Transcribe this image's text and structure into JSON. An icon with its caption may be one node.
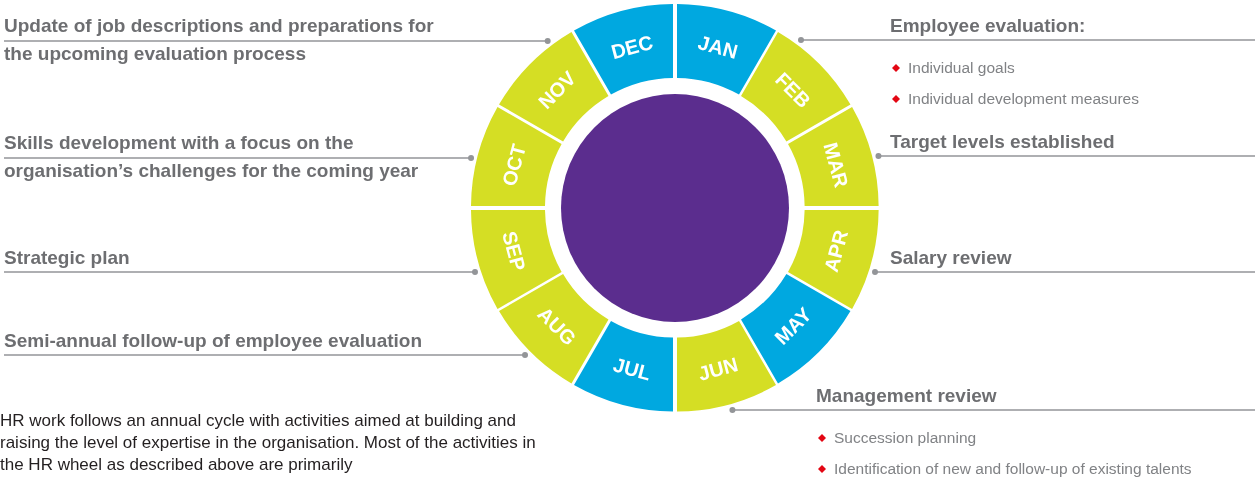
{
  "diagram": {
    "nodes": [
      {
        "text": [
          "Update of job descriptions and preparations for the upcoming evaluation process"
        ]
      },
      {
        "text": [
          "Skills development with a focus on the organisation’s challenges for the coming year"
        ]
      },
      {
        "text": [
          "Strategic plan"
        ]
      },
      {
        "text": [
          "Semi-annual follow-up of employee evaluation"
        ]
      },
      {
        "text": [],
        "shape": "circle"
      },
      {
        "text": [
          "JAN"
        ]
      },
      {
        "text": [
          "FEB"
        ]
      },
      {
        "text": [
          "MAR"
        ]
      },
      {
        "text": [
          "APR"
        ]
      },
      {
        "text": [
          "MAY"
        ]
      },
      {
        "text": [
          "JUN"
        ]
      },
      {
        "text": [
          "JUL"
        ]
      },
      {
        "text": [
          "AUG"
        ]
      },
      {
        "text": [
          "SEP"
        ]
      },
      {
        "text": [
          "OCT"
        ]
      },
      {
        "text": [
          "NOV"
        ]
      },
      {
        "text": [
          "DEC"
        ]
      },
      {
        "text": [
          "Employee evaluation:"
        ],
        "beside": [
          "Individual goals",
          "Individual development measures"
        ]
      },
      {
        "text": [
          "Target levels established"
        ]
      },
      {
        "text": [
          "Salary review"
        ]
      },
      {
        "text": [
          "Management review"
        ],
        "beside": [
          "Succession planning",
          "Identification of new and follow-up of existing talents"
        ]
      }
    ],
    "edges": [
      {
        "from": 0,
        "to": 15,
        "arrow": "other"
      },
      {
        "from": 1,
        "to": 14,
        "arrow": "other"
      },
      {
        "from": 2,
        "to": 13,
        "arrow": "other"
      },
      {
        "from": 3,
        "to": 12,
        "arrow": "other"
      },
      {
        "from": 17,
        "to": 6,
        "arrow": "other"
      },
      {
        "from": 18,
        "to": 7,
        "arrow": "other"
      },
      {
        "from": 19,
        "to": 8,
        "arrow": "other"
      },
      {
        "from": 20,
        "to": 10,
        "arrow": "other"
      }
    ],
    "labels": [
      "HR work follows an annual cycle with activities aimed at building and raising the level of expertise in the organisation. Most of the activities in the HR wheel as described above are primarily"
    ]
  }
}
